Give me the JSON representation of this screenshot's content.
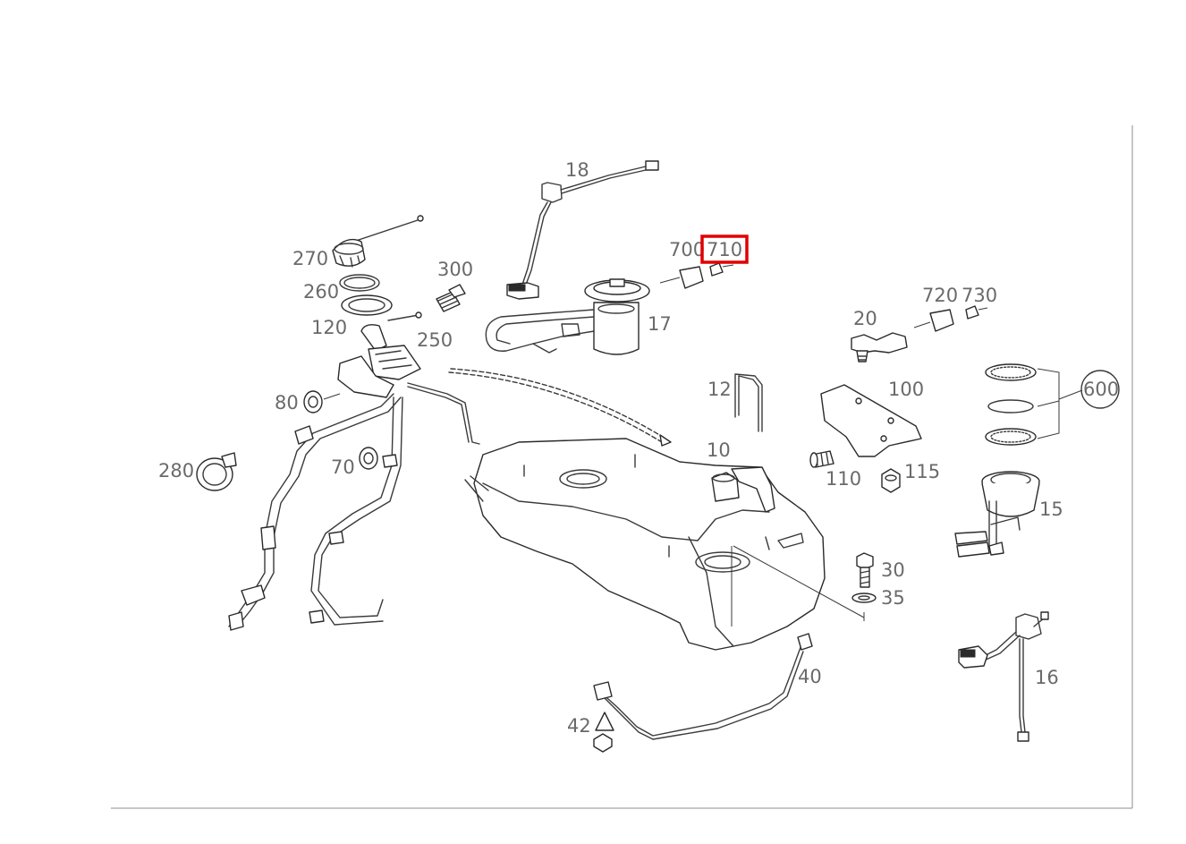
{
  "diagram": {
    "highlight_color": "#e00000",
    "highlighted_part": "710",
    "callouts": [
      {
        "id": "18",
        "label": "18"
      },
      {
        "id": "700",
        "label": "700"
      },
      {
        "id": "710",
        "label": "710"
      },
      {
        "id": "270",
        "label": "270"
      },
      {
        "id": "300",
        "label": "300"
      },
      {
        "id": "260",
        "label": "260"
      },
      {
        "id": "17",
        "label": "17"
      },
      {
        "id": "720",
        "label": "720"
      },
      {
        "id": "730",
        "label": "730"
      },
      {
        "id": "20",
        "label": "20"
      },
      {
        "id": "120",
        "label": "120"
      },
      {
        "id": "250",
        "label": "250"
      },
      {
        "id": "12",
        "label": "12"
      },
      {
        "id": "100",
        "label": "100"
      },
      {
        "id": "600",
        "label": "600"
      },
      {
        "id": "80",
        "label": "80"
      },
      {
        "id": "10",
        "label": "10"
      },
      {
        "id": "280",
        "label": "280"
      },
      {
        "id": "70",
        "label": "70"
      },
      {
        "id": "110",
        "label": "110"
      },
      {
        "id": "115",
        "label": "115"
      },
      {
        "id": "15",
        "label": "15"
      },
      {
        "id": "30",
        "label": "30"
      },
      {
        "id": "35",
        "label": "35"
      },
      {
        "id": "40",
        "label": "40"
      },
      {
        "id": "16",
        "label": "16"
      },
      {
        "id": "42",
        "label": "42"
      }
    ]
  }
}
